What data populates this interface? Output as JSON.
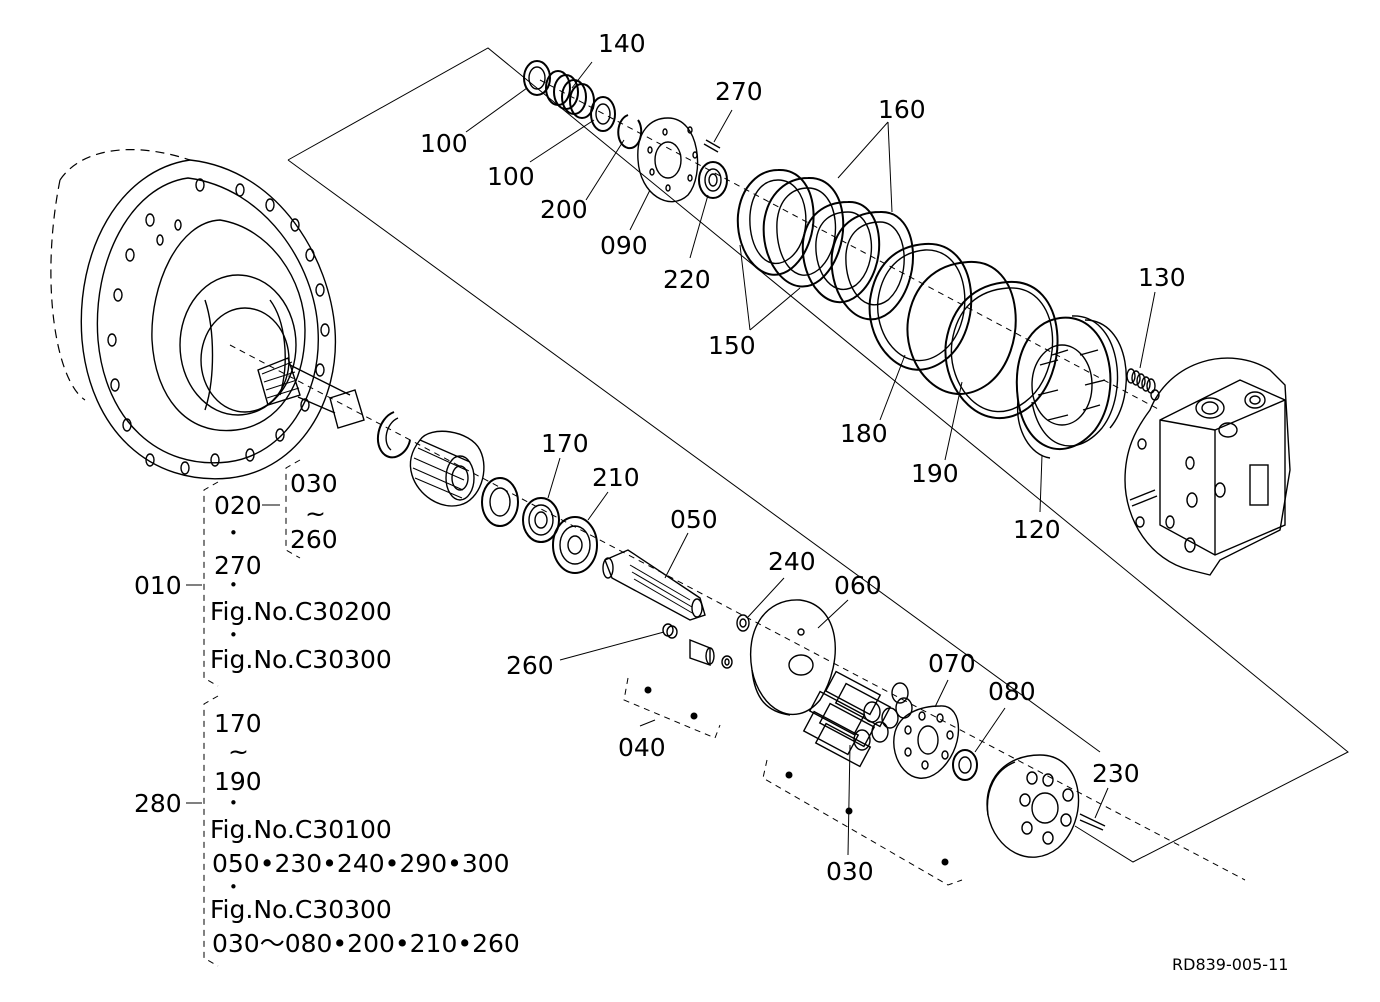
{
  "drawing_code": "RD839-005-11",
  "callouts": {
    "c140": "140",
    "c100a": "100",
    "c100b": "100",
    "c270": "270",
    "c160": "160",
    "c200": "200",
    "c090": "090",
    "c220": "220",
    "c150": "150",
    "c130": "130",
    "c180": "180",
    "c190": "190",
    "c120": "120",
    "c170": "170",
    "c210": "210",
    "c050": "050",
    "c240": "240",
    "c060": "060",
    "c260": "260",
    "c070": "070",
    "c080": "080",
    "c040": "040",
    "c230": "230",
    "c030": "030"
  },
  "assembly_010": {
    "label": "010",
    "sub_top": "030",
    "sub_tilde": "~",
    "sub_bottom": "260",
    "line1": "020",
    "dot1": "•",
    "line2": "270",
    "dot2": "•",
    "line3": "Fig.No.C30200",
    "dot3": "•",
    "line4": "Fig.No.C30300"
  },
  "assembly_280": {
    "label": "280",
    "line1": "170",
    "tilde": "~",
    "line2": "190",
    "dot1": "•",
    "line3": "Fig.No.C30100",
    "line4": "050•230•240•290•300",
    "dot2": "•",
    "line5": "Fig.No.C30300",
    "line6": "030～080•200•210•260"
  }
}
